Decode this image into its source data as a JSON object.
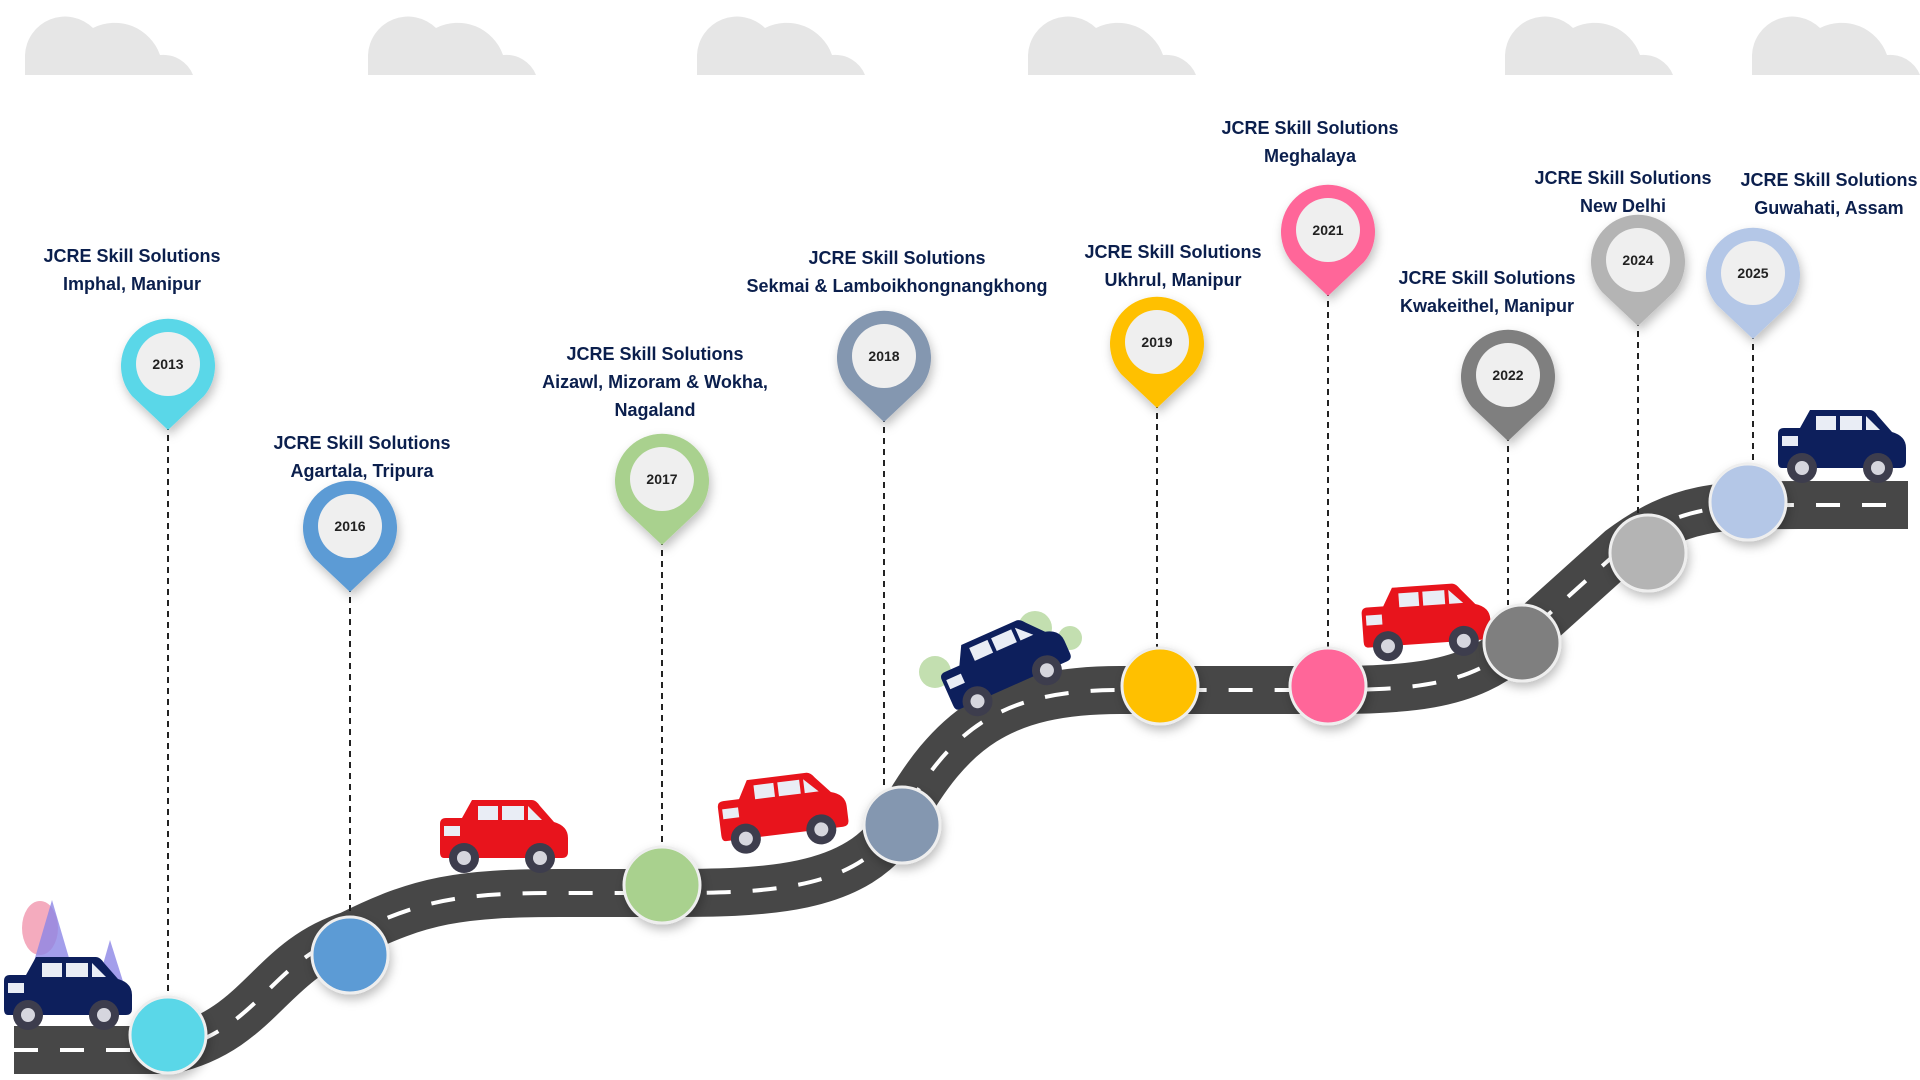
{
  "colors": {
    "road": "#474747",
    "road_dash": "#ffffff",
    "cloud": "#e6e6e6",
    "label_text": "#0b1f4d",
    "car_red": "#e8141c",
    "car_navy": "#0d1f5c",
    "pin_stem": "#222222"
  },
  "milestones": [
    {
      "year": "2013",
      "line1": "JCRE Skill Solutions",
      "line2": "Imphal, Manipur",
      "line3": "",
      "color": "#5ad7e8"
    },
    {
      "year": "2016",
      "line1": "JCRE Skill Solutions",
      "line2": "Agartala, Tripura",
      "line3": "",
      "color": "#5b9bd5"
    },
    {
      "year": "2017",
      "line1": "JCRE Skill Solutions",
      "line2": "Aizawl, Mizoram & Wokha,",
      "line3": "Nagaland",
      "color": "#a9d18e"
    },
    {
      "year": "2018",
      "line1": "JCRE Skill Solutions",
      "line2": "Sekmai & Lamboikhongnangkhong",
      "line3": "",
      "color": "#8497b0"
    },
    {
      "year": "2019",
      "line1": "JCRE Skill Solutions",
      "line2": "Ukhrul, Manipur",
      "line3": "",
      "color": "#ffc000"
    },
    {
      "year": "2021",
      "line1": "JCRE Skill Solutions",
      "line2": "Meghalaya",
      "line3": "",
      "color": "#ff6699"
    },
    {
      "year": "2022",
      "line1": "JCRE Skill Solutions",
      "line2": "Kwakeithel, Manipur",
      "line3": "",
      "color": "#7f7f7f"
    },
    {
      "year": "2024",
      "line1": "JCRE Skill Solutions",
      "line2": "New Delhi",
      "line3": "",
      "color": "#b4b4b4"
    },
    {
      "year": "2025",
      "line1": "JCRE Skill Solutions",
      "line2": "Guwahati, Assam",
      "line3": "",
      "color": "#b4c7e7"
    }
  ]
}
